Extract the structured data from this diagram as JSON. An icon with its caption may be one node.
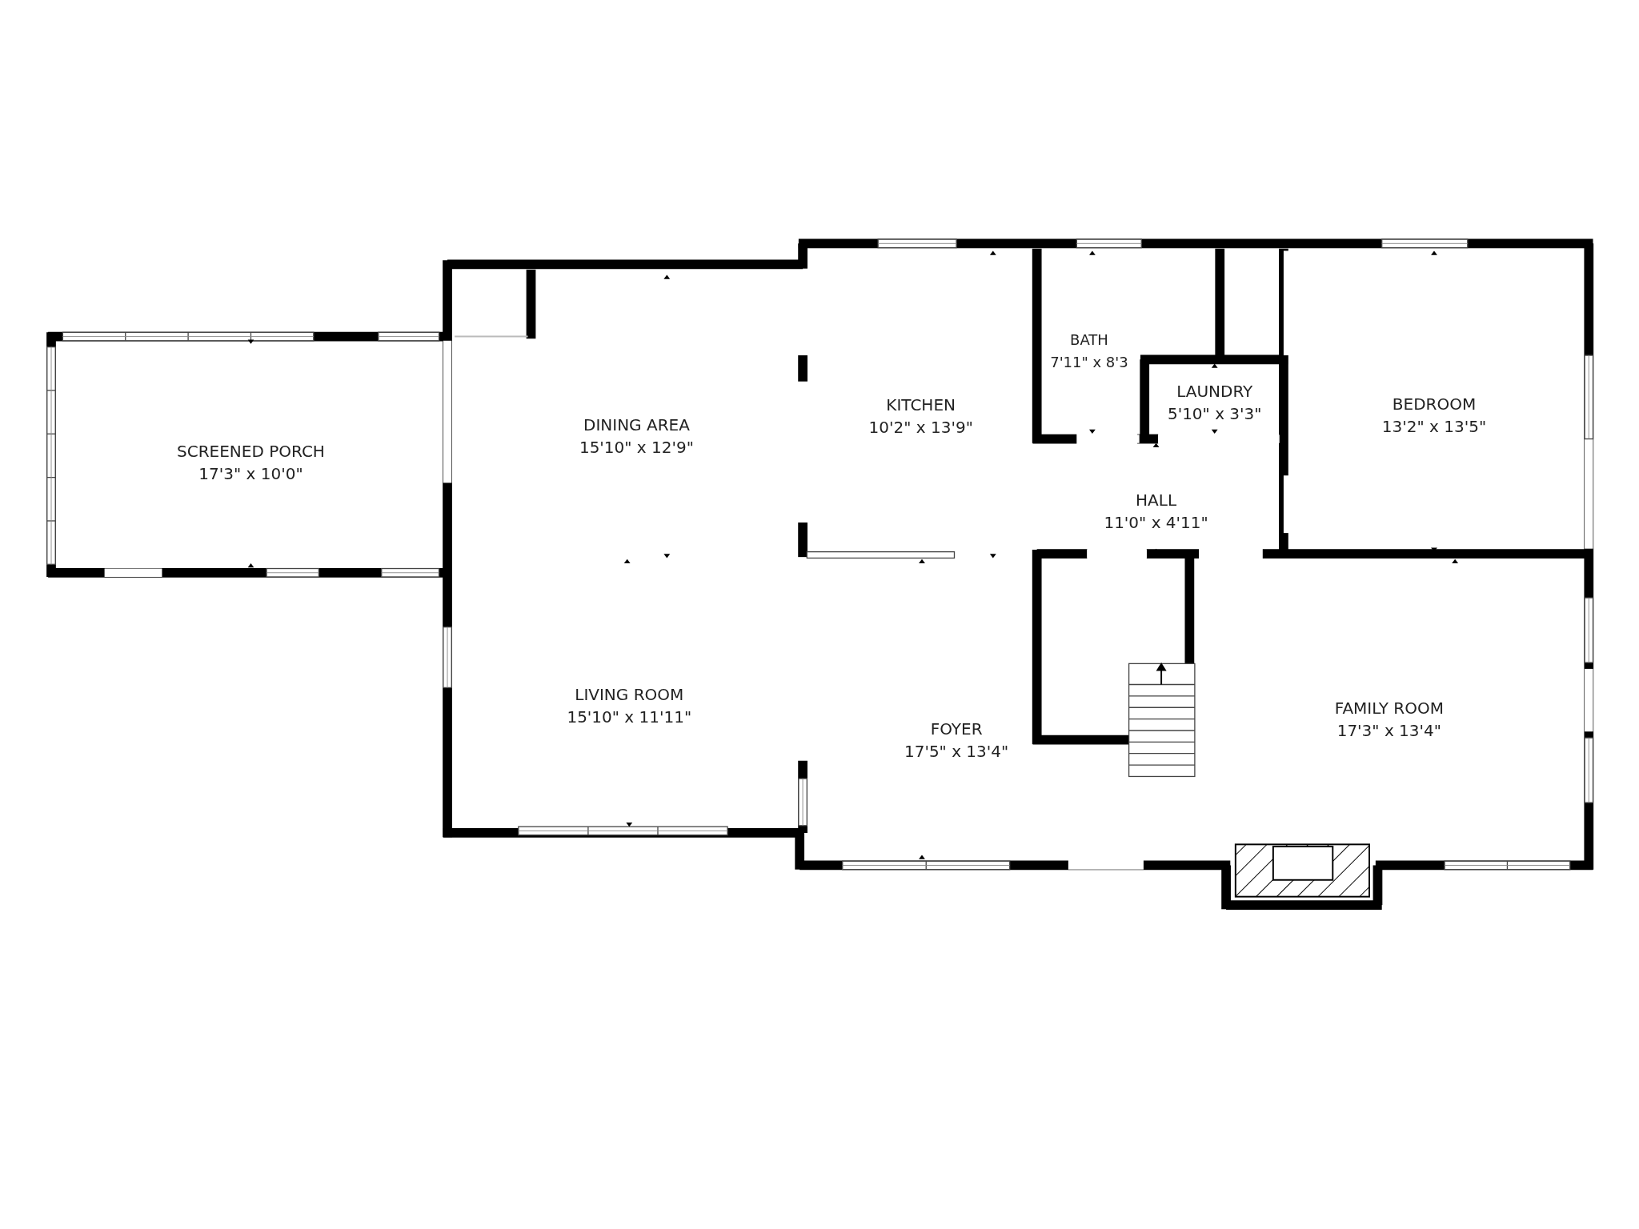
{
  "diagram": {
    "nodes": [
      {
        "text": [
          "SCREENED PORCH",
          "17'3\" x 10'0\""
        ]
      },
      {
        "text": [
          "DINING AREA",
          "15'10\" x 12'9\""
        ]
      },
      {
        "text": [
          "KITCHEN",
          "10'2\" x 13'9\""
        ]
      },
      {
        "text": [
          "BATH",
          "7'11\" x 8'3"
        ]
      },
      {
        "text": [
          "LAUNDRY",
          "5'10\" x 3'3\""
        ]
      },
      {
        "text": [
          "BEDROOM",
          "13'2\" x 13'5\""
        ]
      },
      {
        "text": [
          "HALL",
          "11'0\" x 4'11\""
        ]
      },
      {
        "text": [
          "LIVING ROOM",
          "15'10\" x 11'11\""
        ]
      },
      {
        "text": [
          "FOYER",
          "17'5\" x 13'4\""
        ]
      },
      {
        "text": [
          "FAMILY ROOM",
          "17'3\" x 13'4\""
        ]
      }
    ]
  }
}
